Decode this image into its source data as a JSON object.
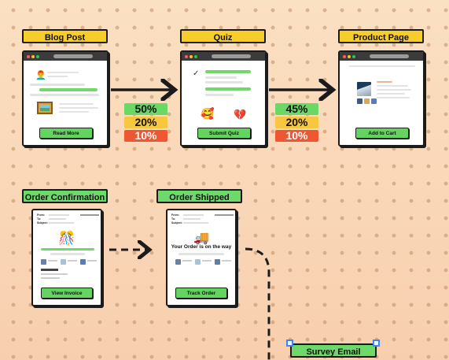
{
  "nodes": {
    "blog_post": {
      "label": "Blog Post",
      "cta": "Read More"
    },
    "quiz": {
      "label": "Quiz",
      "cta": "Submit Quiz"
    },
    "product_page": {
      "label": "Product Page",
      "cta": "Add to Cart"
    },
    "order_confirmation": {
      "label": "Order Confirmation",
      "cta": "View Invoice"
    },
    "order_shipped": {
      "label": "Order Shipped",
      "headline": "Your Order is on the way",
      "cta": "Track Order"
    },
    "survey_email": {
      "label": "Survey Email"
    }
  },
  "conversions": {
    "blog_to_quiz": [
      "50%",
      "20%",
      "10%"
    ],
    "quiz_to_product": [
      "45%",
      "20%",
      "10%"
    ]
  },
  "colors": {
    "label_yellow": "#f6cd2a",
    "label_green": "#6dd96a",
    "stat_green": "#6ad865",
    "stat_orange": "#f7c83f",
    "stat_red": "#ef5733",
    "selection_blue": "#3a86ff"
  },
  "icons": {
    "blog_post": [
      "avatar-icon",
      "picture-icon"
    ],
    "quiz": [
      "checkmark-icon",
      "smiling-face-with-hearts-icon",
      "broken-heart-icon"
    ],
    "product_page": [
      "product-image-icon"
    ],
    "order_confirmation": [
      "celebration-icon"
    ],
    "order_shipped": [
      "delivery-truck-icon"
    ]
  }
}
